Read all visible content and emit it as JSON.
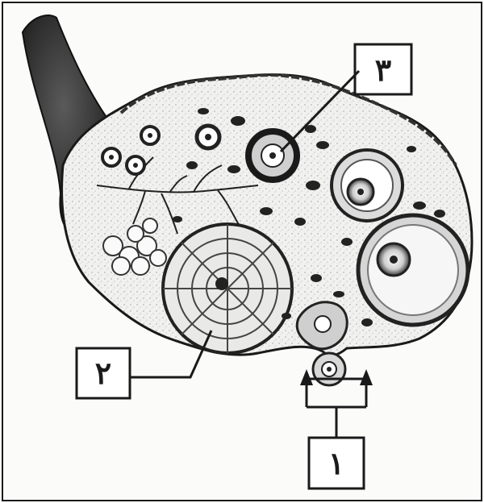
{
  "labels": {
    "one": "١",
    "two": "٢",
    "three": "٣"
  },
  "colors": {
    "ink": "#1a1a1a",
    "paper": "#f4f4f2",
    "shade": "#7a7a7a",
    "dark": "#2b2b2b"
  }
}
